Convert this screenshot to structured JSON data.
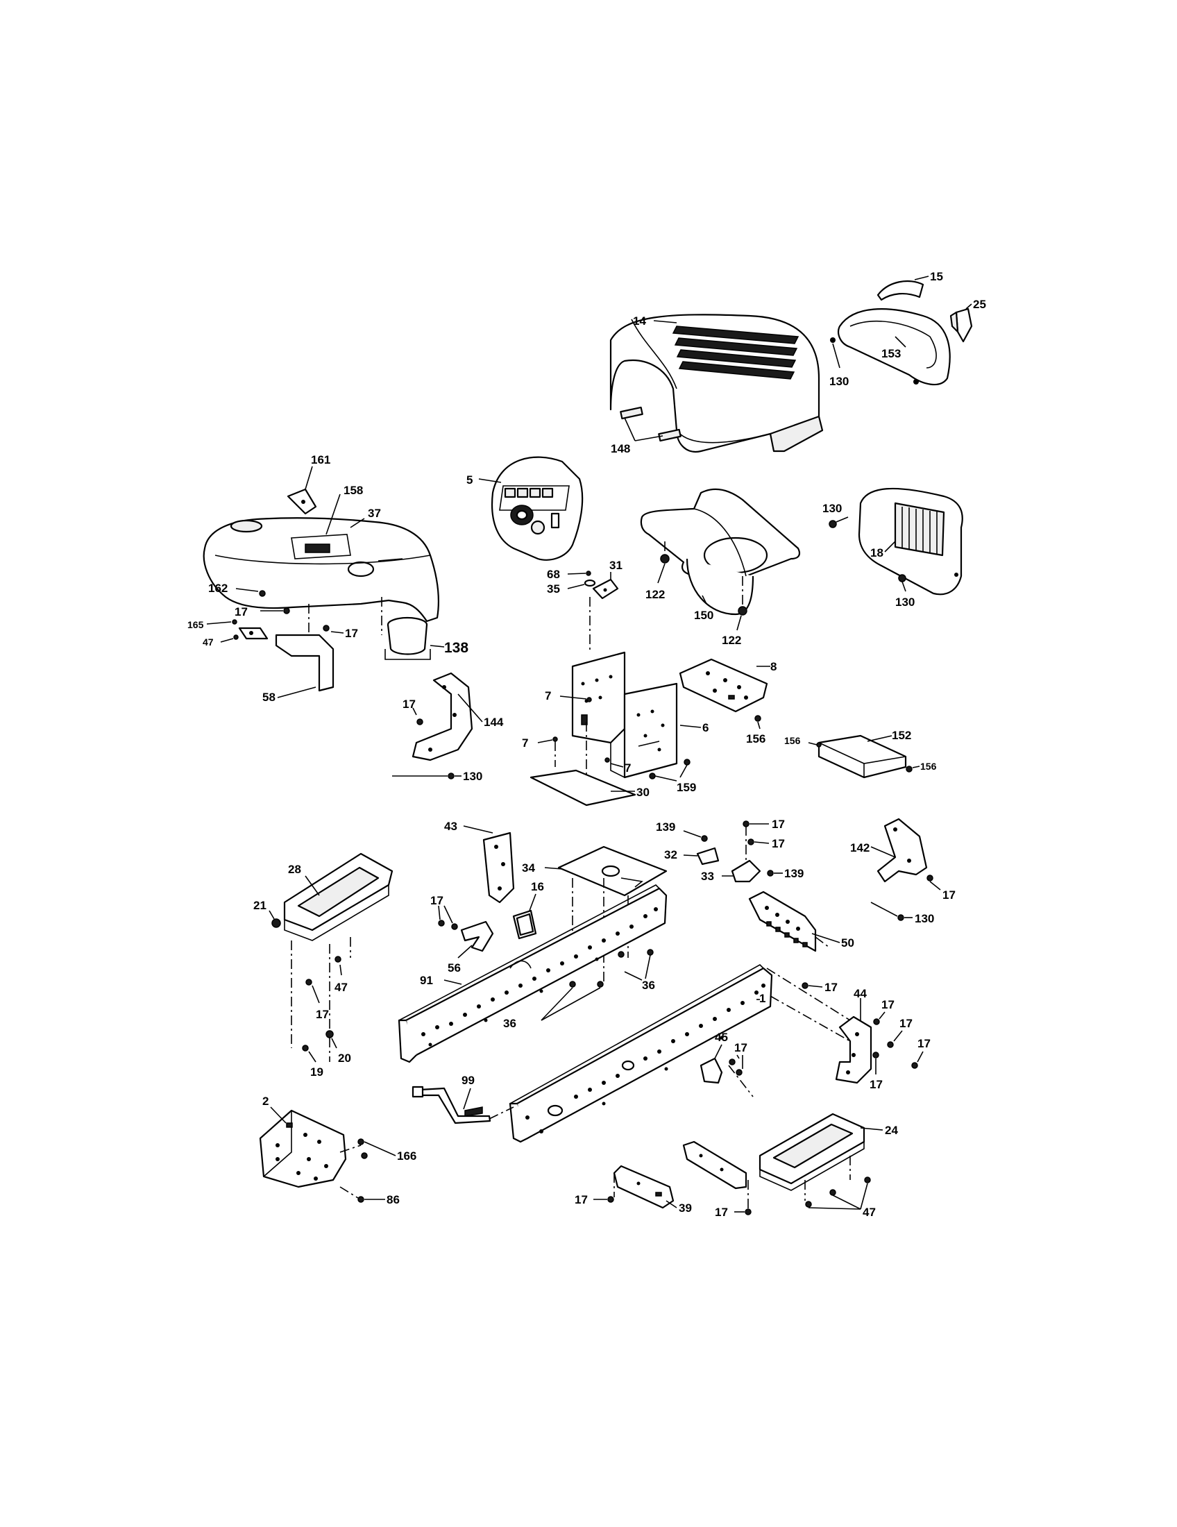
{
  "callouts": {
    "c14": "14",
    "c15": "15",
    "c25": "25",
    "c153": "153",
    "c130a": "130",
    "c148": "148",
    "c5": "5",
    "c161": "161",
    "c158": "158",
    "c37": "37",
    "c162": "162",
    "c17a": "17",
    "c165": "165",
    "c17b": "17",
    "c47a": "47",
    "c58": "58",
    "c138": "138",
    "c130b": "130",
    "c18": "18",
    "c130c": "130",
    "c150": "150",
    "c122a": "122",
    "c122b": "122",
    "c68": "68",
    "c35": "35",
    "c31": "31",
    "c8": "8",
    "c156a": "156",
    "c6": "6",
    "c7a": "7",
    "c7b": "7",
    "c7c": "7",
    "c159": "159",
    "c30": "30",
    "c156b": "156",
    "c152": "152",
    "c156c": "156",
    "c17c": "17",
    "c144": "144",
    "c130d": "130",
    "c43": "43",
    "c139a": "139",
    "c17d": "17",
    "c17e": "17",
    "c32": "32",
    "c34": "34",
    "c33": "33",
    "c139b": "139",
    "c142": "142",
    "c17f": "17",
    "c130e": "130",
    "c28": "28",
    "c21": "21",
    "c47b": "47",
    "c17g": "17",
    "c19": "19",
    "c20": "20",
    "c16": "16",
    "c17h": "17",
    "c56": "56",
    "c91": "91",
    "c36a": "36",
    "c36b": "36",
    "c50": "50",
    "c17i": "17",
    "c1": "1",
    "c44": "44",
    "c17j": "17",
    "c17k": "17",
    "c17l": "17",
    "c17m": "17",
    "c45": "45",
    "c17n": "17",
    "c99": "99",
    "c2": "2",
    "c166": "166",
    "c86": "86",
    "c24": "24",
    "c17o": "17",
    "c39": "39",
    "c17p": "17",
    "c47c": "47"
  }
}
